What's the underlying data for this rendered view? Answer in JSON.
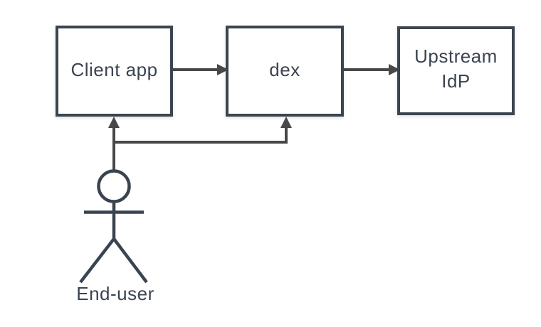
{
  "diagram": {
    "type": "flow-diagram",
    "background_color": "#ffffff",
    "box_fill_color": "#ffffff",
    "box_border_color": "#3a4450",
    "arrow_color": "#47484a",
    "text_color": "#3a4450",
    "nodes": [
      {
        "id": "client-app",
        "label": "Client app"
      },
      {
        "id": "dex",
        "label": "dex"
      },
      {
        "id": "upstream-idp",
        "label": "Upstream IdP",
        "lines": [
          "Upstream",
          "IdP"
        ]
      }
    ],
    "actor": {
      "id": "end-user",
      "label": "End-user",
      "shape": "stick-figure"
    },
    "edges": [
      {
        "from": "client-app",
        "to": "dex"
      },
      {
        "from": "dex",
        "to": "upstream-idp"
      },
      {
        "from": "end-user",
        "to": "client-app"
      },
      {
        "from": "end-user",
        "to": "dex"
      }
    ]
  }
}
